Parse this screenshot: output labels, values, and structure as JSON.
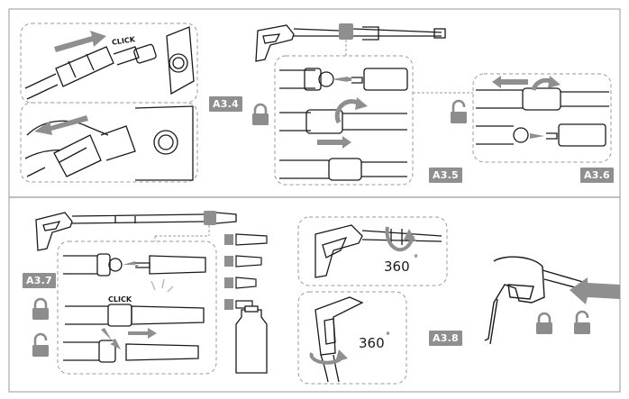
{
  "steps": {
    "a34": "A3.4",
    "a35": "A3.5",
    "a36": "A3.6",
    "a37": "A3.7",
    "a38": "A3.8"
  },
  "click_label": "CLICK",
  "rotation": {
    "value": "360",
    "degree_mark": "°"
  },
  "icons": {
    "locked": "padlock-closed-icon",
    "unlocked": "padlock-open-icon",
    "arrow": "arrow-icon",
    "rotate": "rotate-arrow-icon"
  },
  "colors": {
    "line": "#1a1a1a",
    "frame": "#9a9a9a",
    "badge": "#8f8f8f",
    "icon_fill": "#8c8c8c",
    "arrow_fill": "#8f8f8f"
  }
}
